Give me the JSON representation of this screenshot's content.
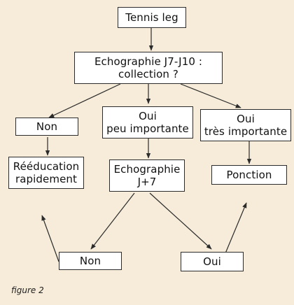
{
  "nodes": {
    "root": {
      "line1": "Tennis leg"
    },
    "echo_j7_j10": {
      "line1": "Echographie J7-J10 :",
      "line2": "collection ?"
    },
    "non_left": {
      "line1": "Non"
    },
    "oui_peu": {
      "line1": "Oui",
      "line2": "peu importante"
    },
    "oui_tres": {
      "line1": "Oui",
      "line2": "très importante"
    },
    "reeducation": {
      "line1": "Rééducation",
      "line2": "rapidement"
    },
    "echo_j7": {
      "line1": "Echographie",
      "line2": "J+7"
    },
    "ponction": {
      "line1": "Ponction"
    },
    "non_bottom": {
      "line1": "Non"
    },
    "oui_bottom": {
      "line1": "Oui"
    }
  },
  "caption": "figure 2",
  "colors": {
    "background": "#f6ecd9",
    "box_fill": "#ffffff",
    "stroke": "#2b2b2b"
  }
}
